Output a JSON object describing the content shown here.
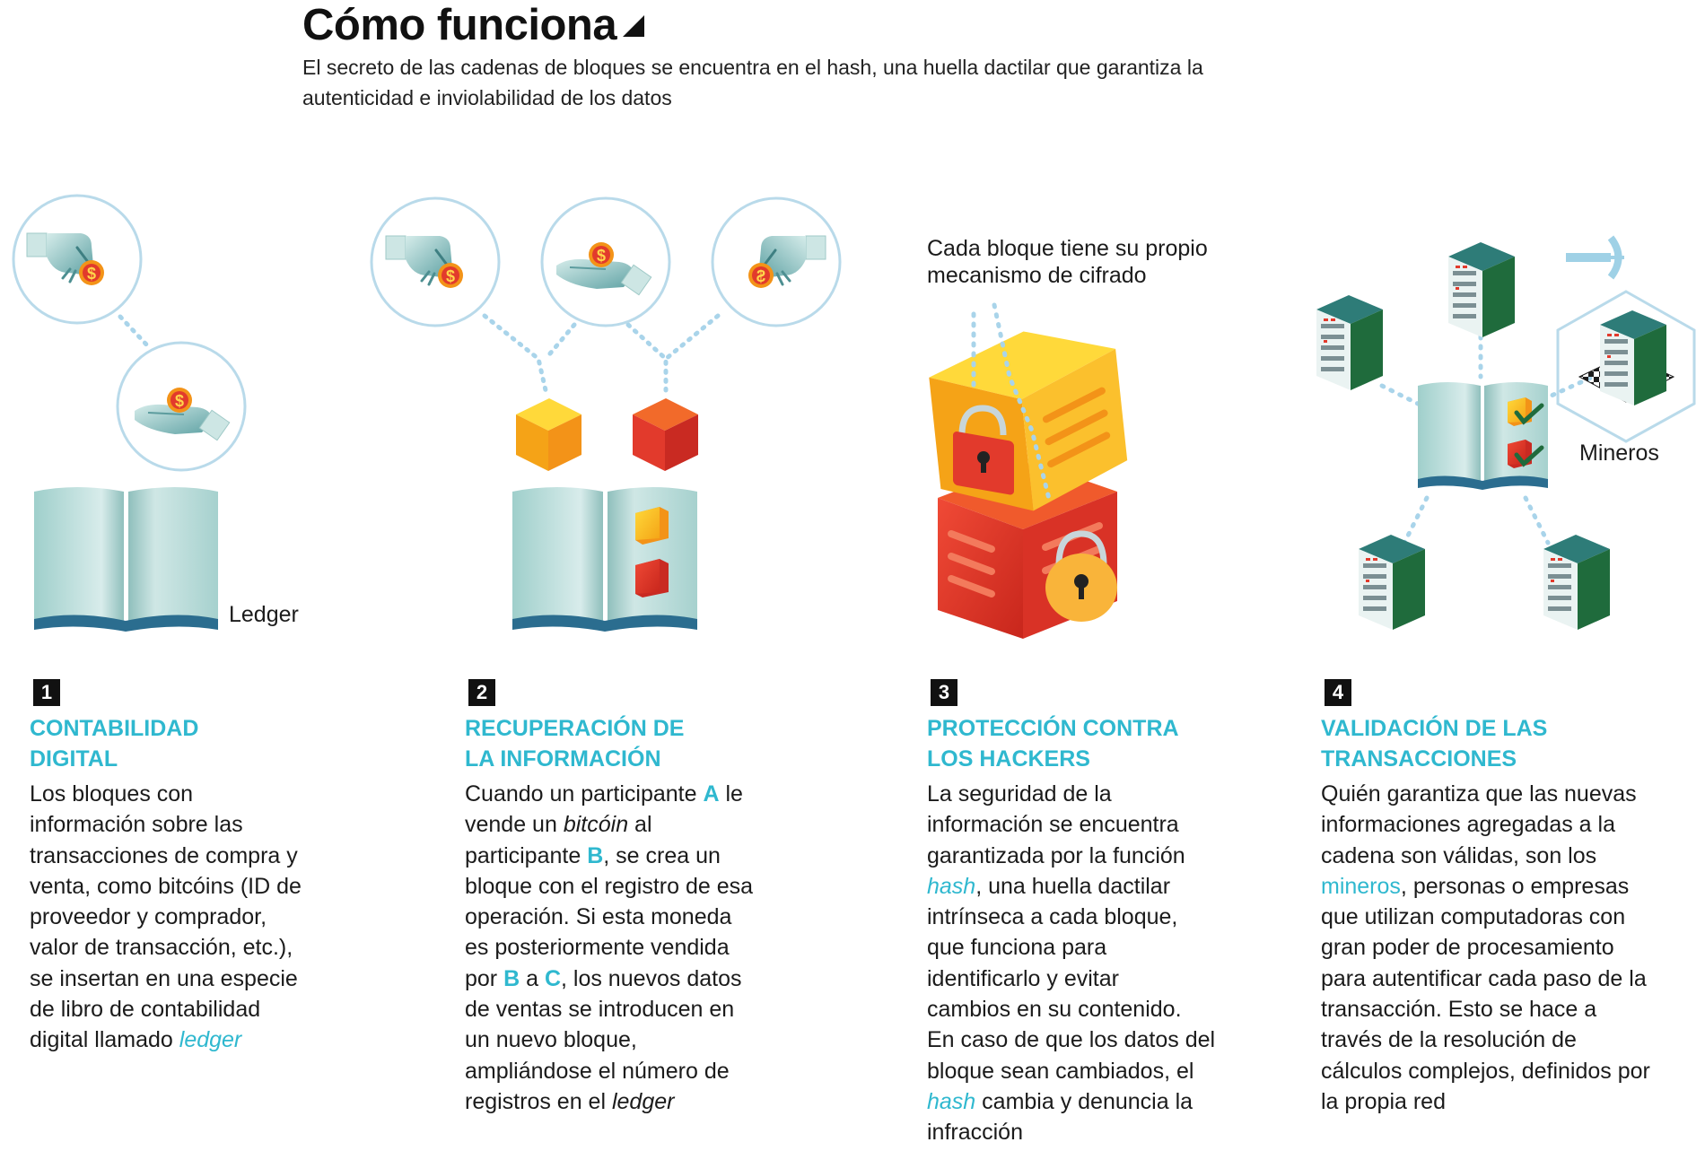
{
  "header": {
    "title": "Cómo funciona",
    "subtitle": "El secreto de las cadenas de bloques se encuentra en el hash, una huella dactilar que garantiza la autenticidad e inviolabilidad de los datos"
  },
  "captions": {
    "ledger": "Ledger",
    "cipher": "Cada bloque tiene su propio mecanismo de cifrado",
    "miners": "Mineros"
  },
  "steps": [
    {
      "number": "1",
      "heading_line1": "CONTABILIDAD",
      "heading_line2": "DIGITAL",
      "body": {
        "l1": "Los bloques con",
        "l2": "información sobre las",
        "l3": "transacciones de compra y",
        "l4": "venta, como bitcóins (ID de",
        "l5": "proveedor y comprador,",
        "l6": "valor de transacción, etc.),",
        "l7": "se insertan en una especie",
        "l8": "de libro de contabilidad",
        "l9a": "digital llamado ",
        "l9b": "ledger"
      }
    },
    {
      "number": "2",
      "heading_line1": "RECUPERACIÓN DE",
      "heading_line2": "LA INFORMACIÓN",
      "body": {
        "l1a": "Cuando un participante ",
        "l1b": "A",
        "l1c": " le",
        "l2a": "vende un ",
        "l2b": "bitcóin",
        "l2c": " al",
        "l3a": "participante ",
        "l3b": "B",
        "l3c": ", se crea un",
        "l4": "bloque con el registro de esa",
        "l5": "operación. Si esta moneda",
        "l6": "es posteriormente vendida",
        "l7a": "por ",
        "l7b": "B",
        "l7c": " a ",
        "l7d": "C",
        "l7e": ", los nuevos datos",
        "l8": "de ventas se introducen en",
        "l9": "un nuevo bloque,",
        "l10": "ampliándose el número de",
        "l11a": "registros en el ",
        "l11b": "ledger"
      }
    },
    {
      "number": "3",
      "heading_line1": "PROTECCIÓN CONTRA",
      "heading_line2": "LOS HACKERS",
      "body": {
        "l1": "La seguridad de la",
        "l2": "información se encuentra",
        "l3": "garantizada por la función",
        "l4a": "hash",
        "l4b": ", una huella dactilar",
        "l5": "intrínseca a cada bloque,",
        "l6": "que funciona para",
        "l7": "identificarlo y evitar",
        "l8": "cambios en su contenido.",
        "l9": "En caso de que los datos del",
        "l10": "bloque sean cambiados, el",
        "l11a": "hash",
        "l11b": " cambia y denuncia la",
        "l12": "infracción"
      }
    },
    {
      "number": "4",
      "heading_line1": "VALIDACIÓN DE LAS",
      "heading_line2": "TRANSACCIONES",
      "body": {
        "l1": "Quién garantiza que las nuevas",
        "l2": "informaciones agregadas a la",
        "l3": "cadena son válidas, son los",
        "l4a": "mineros",
        "l4b": ", personas o empresas",
        "l5": "que utilizan computadoras con",
        "l6": "gran poder de procesamiento",
        "l7": "para autentificar cada paso de la",
        "l8": "transacción. Esto se hace a",
        "l9": "través de la resolución de",
        "l10": "cálculos complejos, definidos por",
        "l11": "la propia red"
      }
    }
  ],
  "colors": {
    "accent": "#2fb8cf",
    "yellow": "#f6b81f",
    "orange": "#f39318",
    "red": "#e23a2c",
    "teal": "#6fb3b5",
    "server": "#1e5a58",
    "circle": "#b9daea"
  },
  "icons": [
    "hand-giving-coin-icon",
    "hand-receiving-coin-icon",
    "open-book-icon",
    "cube-icon",
    "padlock-icon",
    "server-icon",
    "checkmark-icon",
    "satellite-icon"
  ]
}
